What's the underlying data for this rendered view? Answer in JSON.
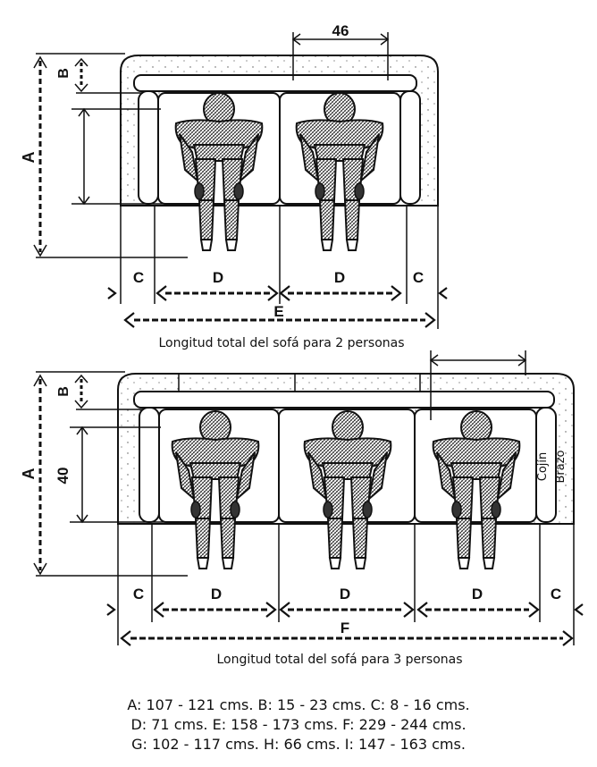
{
  "top_diagram": {
    "caption": "Longitud total del sofá para 2 personas",
    "labels": {
      "a": "A",
      "b": "B",
      "c": "C",
      "d": "D",
      "e": "E",
      "width": "46"
    }
  },
  "bottom_diagram": {
    "caption": "Longitud total del sofá para 3 personas",
    "labels": {
      "a": "A",
      "b": "B",
      "c": "C",
      "d": "D",
      "f": "F",
      "height": "40",
      "cushion": "Cojín",
      "arm": "Brazo"
    }
  },
  "legend": {
    "line1": "A: 107 - 121 cms. B: 15 - 23 cms. C: 8 - 16 cms.",
    "line2": "D: 71 cms. E: 158 - 173 cms. F: 229 - 244 cms.",
    "line3": "G: 102 - 117 cms. H: 66 cms. I: 147 - 163 cms."
  }
}
